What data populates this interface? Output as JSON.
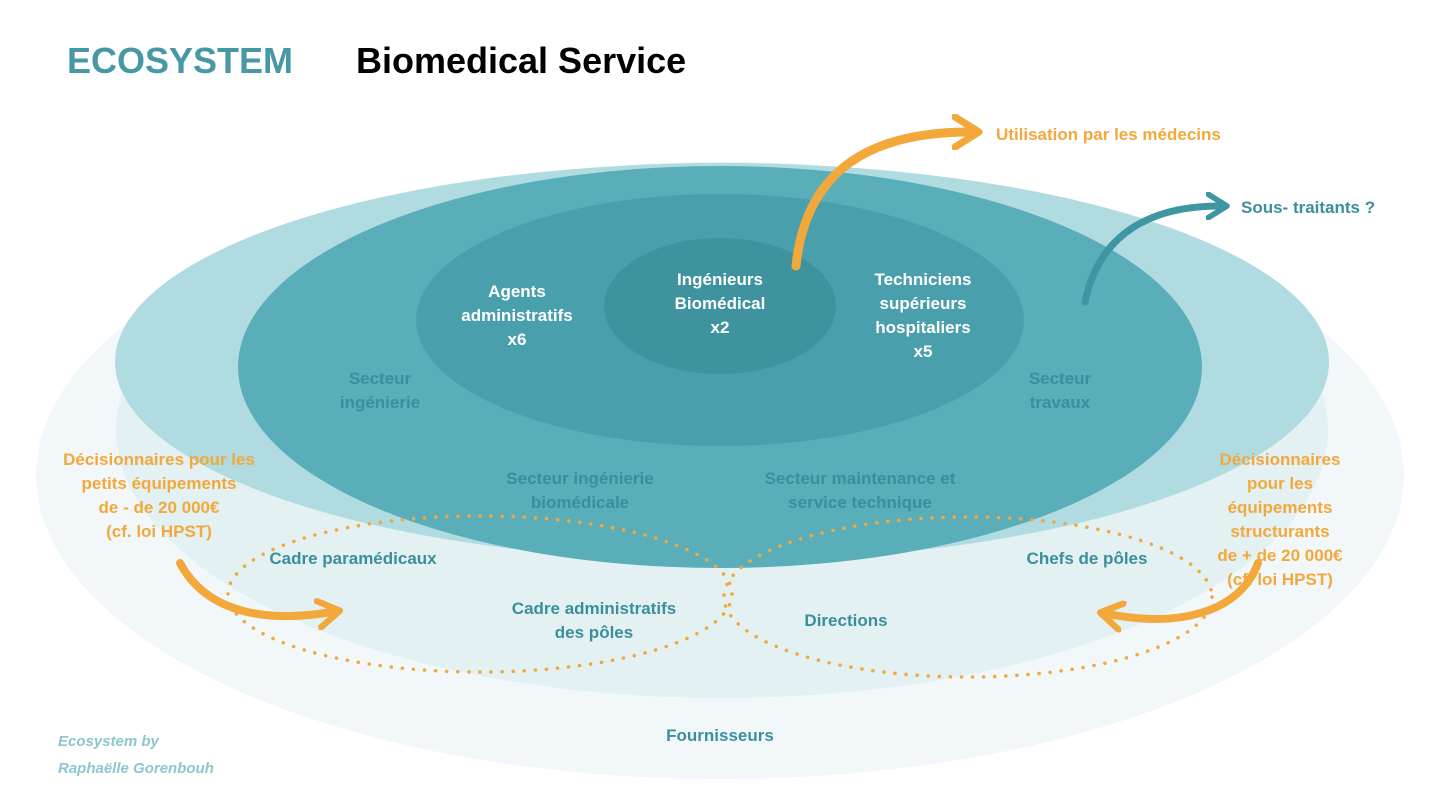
{
  "header": {
    "tag": "ECOSYSTEM",
    "title": "Biomedical Service"
  },
  "colors": {
    "teal_dark": "#3d96a2",
    "teal_mid": "#5aaeba",
    "teal_light": "#a9d6dd",
    "teal_pale": "#e4f1f3",
    "teal_faint": "#f2f8f9",
    "orange": "#f2a83a",
    "text_teal": "#3b8f9c"
  },
  "core": {
    "ingenieurs": "Ingénieurs\nBiomédical\nx2",
    "agents": "Agents\nadministratifs\nx6",
    "techniciens": "Techniciens\nsupérieurs\nhospitaliers\nx5"
  },
  "sectors": {
    "ingenierie": "Secteur\ningénierie",
    "travaux": "Secteur\ntravaux",
    "biomedicale": "Secteur ingénierie\nbiomédicale",
    "maintenance": "Secteur maintenance et\nservice technique"
  },
  "outer": {
    "cadre_para": "Cadre paramédicaux",
    "cadre_admin": "Cadre administratifs\ndes pôles",
    "directions": "Directions",
    "chefs": "Chefs de pôles",
    "fournisseurs": "Fournisseurs"
  },
  "external": {
    "utilisation": "Utilisation par les médecins",
    "sous_traitants": "Sous- traitants ?",
    "decision_left": "Décisionnaires pour les\npetits équipements\nde - de 20 000€\n(cf. loi HPST)",
    "decision_right": "Décisionnaires pour les\néquipements structurants\nde + de 20 000€\n(cf. loi HPST)"
  },
  "credit": "Ecosystem by\nRaphaëlle Gorenbouh"
}
